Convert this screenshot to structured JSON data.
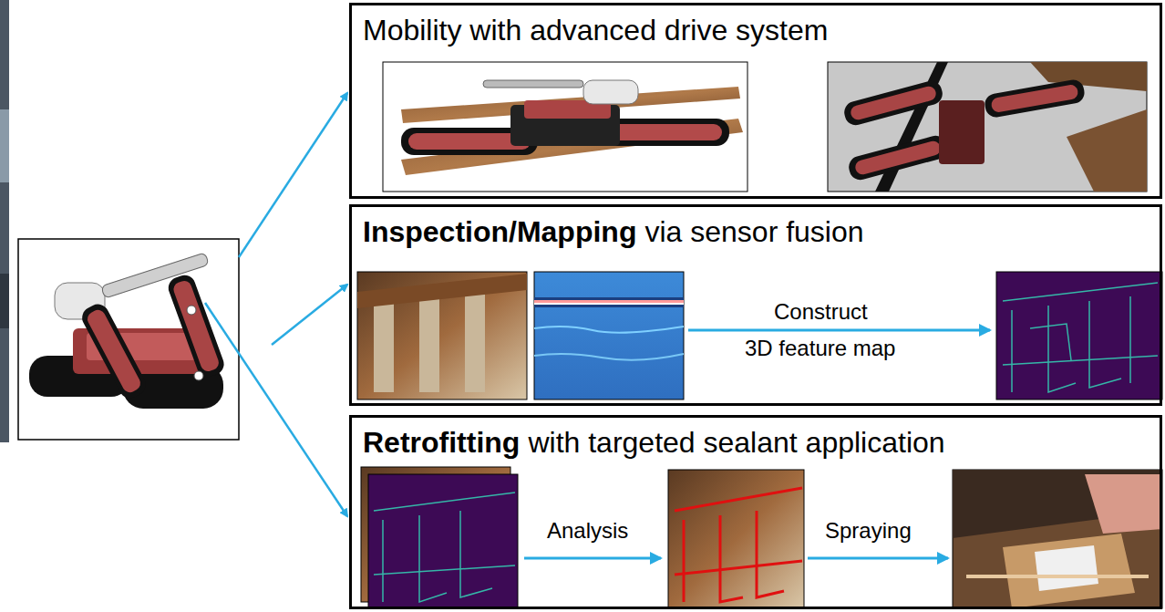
{
  "diagram": {
    "nodes": [
      {
        "text": [
          "Mobility with advanced drive system"
        ]
      },
      {
        "text": [
          "Inspection/Mapping",
          "via sensor fusion"
        ]
      },
      {
        "text": [
          "Retrofitting",
          "with targeted sealant application"
        ]
      }
    ],
    "labels": [
      "Construct",
      "3D feature map",
      "Analysis",
      "Spraying"
    ]
  }
}
